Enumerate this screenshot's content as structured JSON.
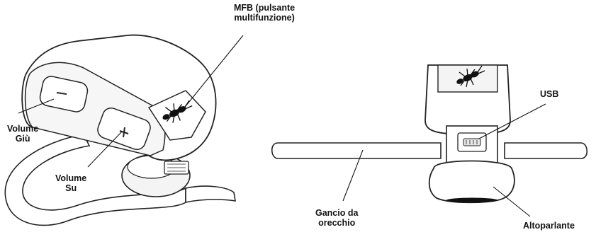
{
  "labels": {
    "mfb": [
      "MFB (pulsante",
      "multifunzione)"
    ],
    "volume_down": [
      "Volume",
      "Giù"
    ],
    "volume_up": [
      "Volume",
      "Su"
    ],
    "usb": "USB",
    "ear_hook": [
      "Gancio da",
      "orecchio"
    ],
    "speaker": "Altoparlante"
  },
  "icons": {
    "mfb_button": "ant-icon",
    "volume_down_button": "minus-icon",
    "volume_up_button": "plus-icon"
  },
  "colors": {
    "stroke": "#222222",
    "fill": "#ffffff",
    "shade": "#f2f2f2",
    "dark": "#111111"
  }
}
